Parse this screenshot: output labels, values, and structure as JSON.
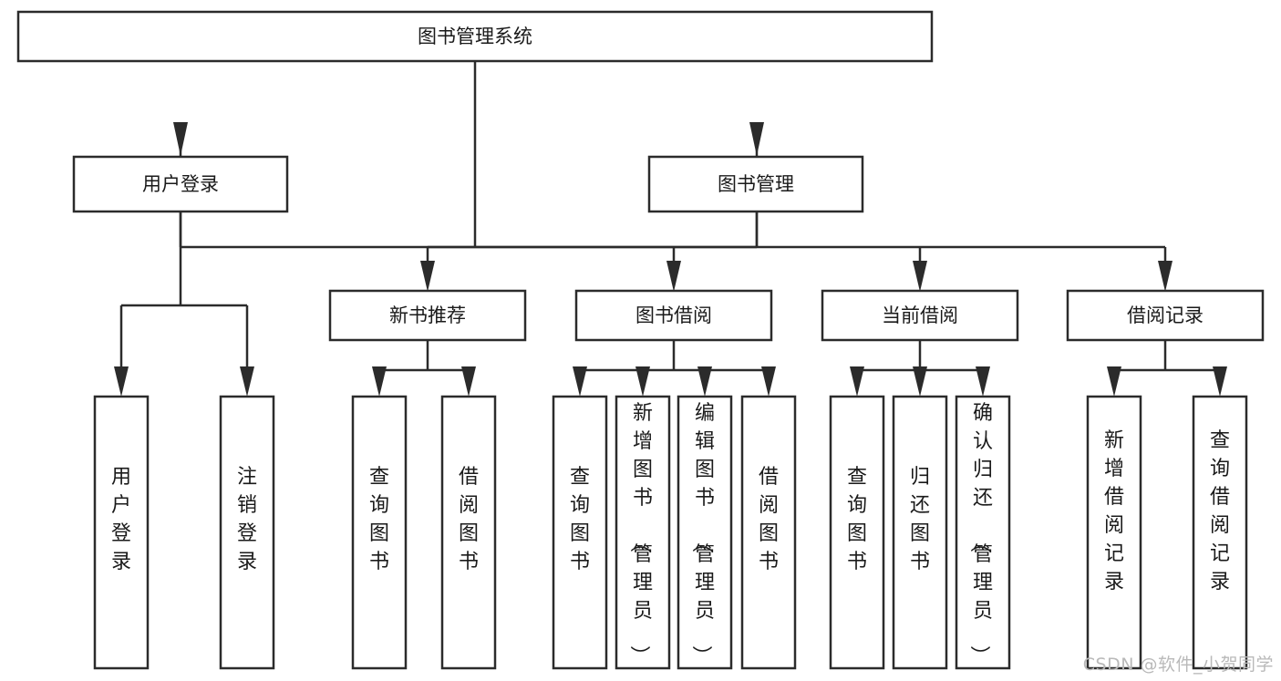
{
  "diagram": {
    "type": "tree-hierarchy",
    "title": "图书管理系统",
    "root": {
      "id": "root",
      "label": "图书管理系统",
      "orientation": "horizontal"
    },
    "level2": [
      {
        "id": "user-login",
        "label": "用户登录",
        "orientation": "horizontal"
      },
      {
        "id": "book-manage",
        "label": "图书管理",
        "orientation": "horizontal"
      }
    ],
    "level3": [
      {
        "id": "new-book-recommend",
        "label": "新书推荐",
        "orientation": "horizontal",
        "parent": "book-manage"
      },
      {
        "id": "book-borrow",
        "label": "图书借阅",
        "orientation": "horizontal",
        "parent": "book-manage"
      },
      {
        "id": "current-borrow",
        "label": "当前借阅",
        "orientation": "horizontal",
        "parent": "book-manage"
      },
      {
        "id": "borrow-record",
        "label": "借阅记录",
        "orientation": "horizontal",
        "parent": "book-manage"
      }
    ],
    "leaves": [
      {
        "id": "leaf-user-login",
        "label": "用户登录",
        "orientation": "vertical",
        "parent": "user-login"
      },
      {
        "id": "leaf-user-logout",
        "label": "注销登录",
        "orientation": "vertical",
        "parent": "user-login"
      },
      {
        "id": "leaf-query-book-1",
        "label": "查询图书",
        "orientation": "vertical",
        "parent": "new-book-recommend"
      },
      {
        "id": "leaf-borrow-book-1",
        "label": "借阅图书",
        "orientation": "vertical",
        "parent": "new-book-recommend"
      },
      {
        "id": "leaf-query-book-2",
        "label": "查询图书",
        "orientation": "vertical",
        "parent": "book-borrow"
      },
      {
        "id": "leaf-add-book",
        "label": "新增图书（管理员）",
        "orientation": "vertical",
        "parent": "book-borrow"
      },
      {
        "id": "leaf-edit-book",
        "label": "编辑图书（管理员）",
        "orientation": "vertical",
        "parent": "book-borrow"
      },
      {
        "id": "leaf-borrow-book-2",
        "label": "借阅图书",
        "orientation": "vertical",
        "parent": "book-borrow"
      },
      {
        "id": "leaf-query-book-3",
        "label": "查询图书",
        "orientation": "vertical",
        "parent": "current-borrow"
      },
      {
        "id": "leaf-return-book",
        "label": "归还图书",
        "orientation": "vertical",
        "parent": "current-borrow"
      },
      {
        "id": "leaf-confirm-return",
        "label": "确认归还（管理员）",
        "orientation": "vertical",
        "parent": "current-borrow"
      },
      {
        "id": "leaf-add-record",
        "label": "新增借阅记录",
        "orientation": "vertical",
        "parent": "borrow-record"
      },
      {
        "id": "leaf-query-record",
        "label": "查询借阅记录",
        "orientation": "vertical",
        "parent": "borrow-record"
      }
    ],
    "colors": {
      "stroke": "#2b2b2b",
      "fill": "#ffffff",
      "text": "#1a1a1a",
      "watermark": "#b9b9b9",
      "background": "#ffffff"
    }
  },
  "watermark": {
    "text": "CSDN @软件_小贺同学"
  }
}
